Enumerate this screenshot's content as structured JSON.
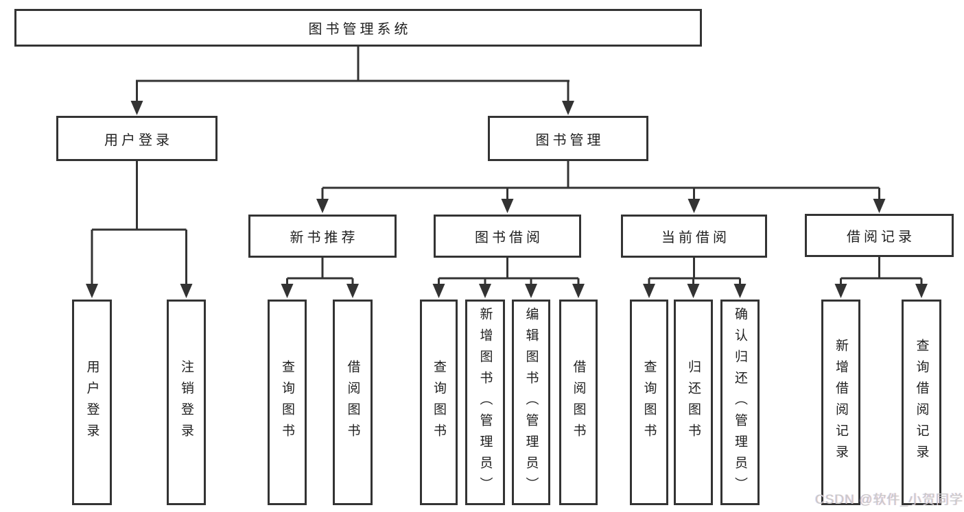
{
  "tree": {
    "root": "图书管理系统",
    "children": [
      {
        "label": "用户登录",
        "children": [
          "用户登录",
          "注销登录"
        ]
      },
      {
        "label": "图书管理",
        "children": [
          {
            "label": "新书推荐",
            "children": [
              "查询图书",
              "借阅图书"
            ]
          },
          {
            "label": "图书借阅",
            "children": [
              "查询图书",
              "新增图书（管理员）",
              "编辑图书（管理员）",
              "借阅图书"
            ]
          },
          {
            "label": "当前借阅",
            "children": [
              "查询图书",
              "归还图书",
              "确认归还（管理员）"
            ]
          },
          {
            "label": "借阅记录",
            "children": [
              "新增借阅记录",
              "查询借阅记录"
            ]
          }
        ]
      }
    ]
  },
  "watermark": {
    "text": "CSDN @软件_小贺同学"
  },
  "colors": {
    "line": "#333333",
    "text": "#1f1f1f",
    "background": "#ffffff",
    "watermark": "#c9c9c9"
  }
}
